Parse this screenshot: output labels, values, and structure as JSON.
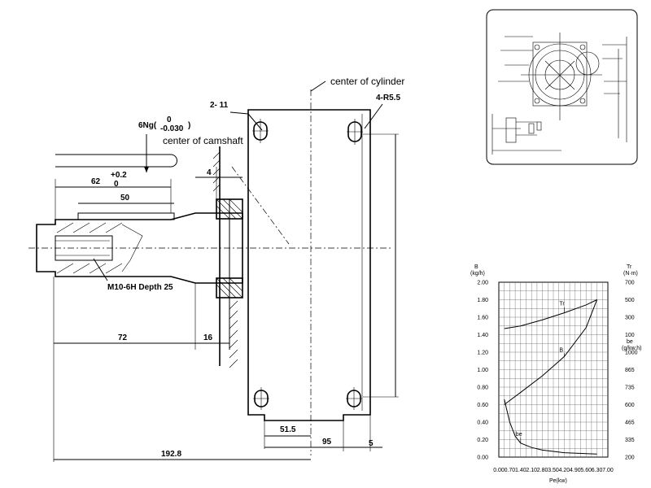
{
  "drawing": {
    "labels": {
      "center_cylinder": "center of cylinder",
      "center_camshaft": "center of camshaft",
      "holes": "2-  11",
      "radius": "4-R5.5",
      "tolerance_main": "6Ng(",
      "tolerance_upper": "0",
      "tolerance_lower": "-0.030",
      "tolerance_close": ")",
      "thread": "M10-6H Depth 25"
    },
    "dimensions": {
      "d62": "62",
      "tol_plus": "+0.2",
      "tol_zero": "0",
      "d50": "50",
      "d4": "4",
      "d72": "72",
      "d16": "16",
      "d51_5": "51.5",
      "d95": "95",
      "d5": "5",
      "d192_8": "192.8"
    }
  },
  "chart_data": {
    "type": "line",
    "xlabel": "Pe(kw)",
    "x_ticks": [
      "0.00",
      "0.70",
      "1.40",
      "2.10",
      "2.80",
      "3.50",
      "4.20",
      "4.90",
      "5.60",
      "6.30",
      "7.00"
    ],
    "xlim": [
      0,
      7
    ],
    "left_axis": {
      "label_line1": "B",
      "label_line2": "(kg/h)",
      "ticks": [
        "2.00",
        "1.80",
        "1.60",
        "1.40",
        "1.20",
        "1.00",
        "0.80",
        "0.60",
        "0.40",
        "0.20",
        "0.00"
      ],
      "ylim": [
        0,
        2
      ]
    },
    "right_axis_tr": {
      "label_line1": "Tr",
      "label_line2": "(N·m)",
      "ticks": [
        "700",
        "500",
        "300",
        "100"
      ]
    },
    "right_axis_be": {
      "label_line1": "be",
      "label_line2": "(g/kw.h)",
      "ticks": [
        "1000",
        "865",
        "735",
        "600",
        "465",
        "335",
        "200"
      ]
    },
    "series": [
      {
        "name": "Tr",
        "x": [
          0.35,
          1.4,
          2.8,
          4.2,
          5.6,
          6.3
        ],
        "y": [
          1.47,
          1.5,
          1.57,
          1.65,
          1.74,
          1.8
        ]
      },
      {
        "name": "B",
        "x": [
          0.35,
          1.4,
          2.8,
          4.2,
          5.6,
          6.3
        ],
        "y": [
          0.6,
          0.74,
          0.93,
          1.15,
          1.48,
          1.8
        ]
      },
      {
        "name": "be",
        "x": [
          0.35,
          0.7,
          1.05,
          1.4,
          2.1,
          2.8,
          4.2,
          5.6,
          6.3
        ],
        "y": [
          0.66,
          0.4,
          0.24,
          0.16,
          0.11,
          0.08,
          0.05,
          0.04,
          0.035
        ]
      }
    ],
    "grid": true
  }
}
